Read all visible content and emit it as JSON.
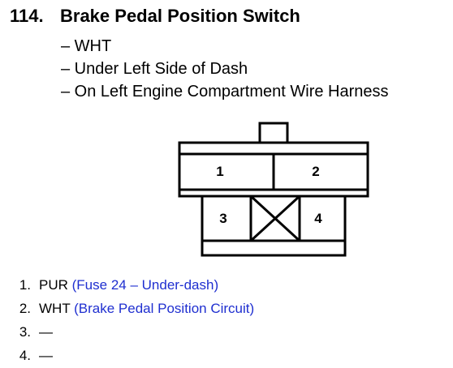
{
  "connector": {
    "number": "114.",
    "name": "Brake Pedal Position Switch",
    "details": [
      "– WHT",
      "– Under Left Side of Dash",
      "– On Left Engine Compartment Wire Harness"
    ]
  },
  "diagram": {
    "cells": [
      "1",
      "2",
      "3",
      "4"
    ]
  },
  "pins": [
    {
      "num": "1.",
      "wire": "PUR",
      "desc": "(Fuse 24 – Under-dash)"
    },
    {
      "num": "2.",
      "wire": "WHT",
      "desc": "(Brake Pedal Position Circuit)"
    },
    {
      "num": "3.",
      "wire": "—",
      "desc": ""
    },
    {
      "num": "4.",
      "wire": "—",
      "desc": ""
    }
  ],
  "colors": {
    "text": "#000000",
    "link_blue": "#1f2fd0"
  }
}
